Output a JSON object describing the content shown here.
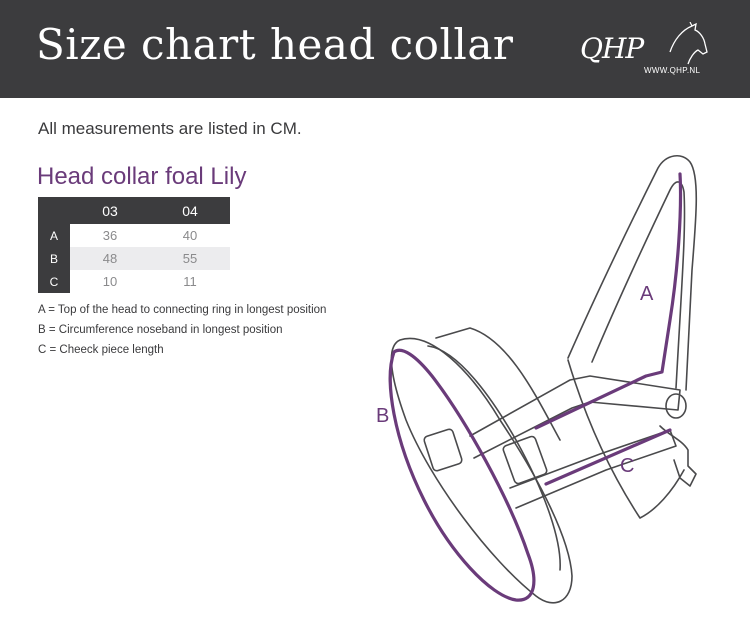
{
  "header": {
    "title": "Size chart head collar",
    "logo_text": "QHP",
    "logo_url": "WWW.QHP.NL"
  },
  "intro": "All measurements are listed in CM.",
  "product": {
    "title": "Head collar foal Lily",
    "columns": [
      "03",
      "04"
    ],
    "rows": [
      {
        "label": "A",
        "values": [
          "36",
          "40"
        ]
      },
      {
        "label": "B",
        "values": [
          "48",
          "55"
        ]
      },
      {
        "label": "C",
        "values": [
          "10",
          "11"
        ]
      }
    ]
  },
  "legend": [
    "A = Top of the head to connecting ring in longest position",
    "B = Circumference noseband in longest position",
    "C = Cheeck piece length"
  ],
  "diagram": {
    "labels": {
      "a": "A",
      "b": "B",
      "c": "C"
    },
    "accent_color": "#6a3b7a",
    "outline_color": "#4a4a4c"
  },
  "colors": {
    "header_bg": "#3c3c3e",
    "accent": "#6a3b7a",
    "row_shade": "#ececee"
  }
}
